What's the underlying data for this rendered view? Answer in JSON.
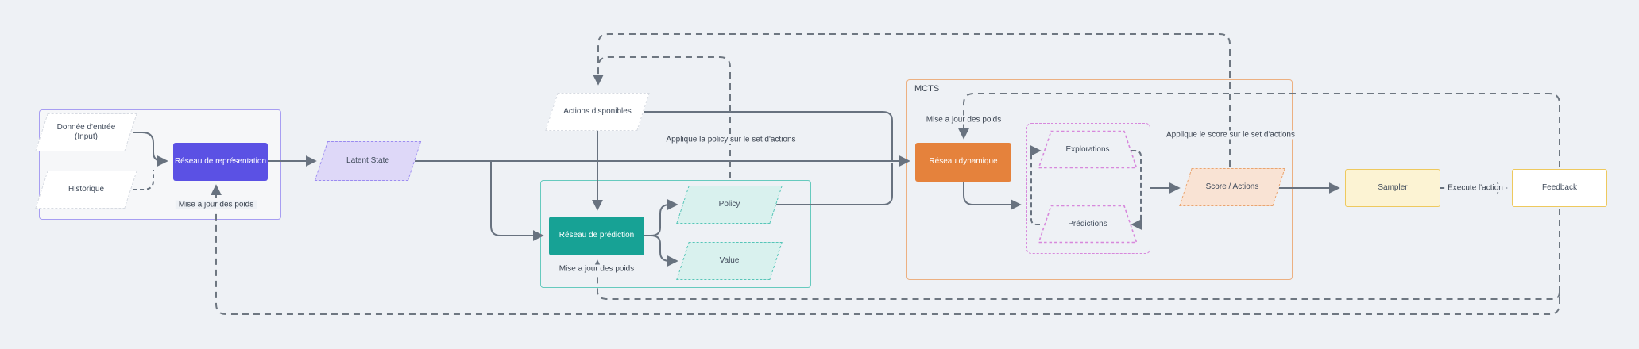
{
  "diagram": {
    "background": "#eef1f5",
    "palette": {
      "representation_fill": "#5b51e4",
      "latent_fill": "#ded8f8",
      "prediction_fill": "#17a295",
      "policy_value_fill": "#d9f1ee",
      "dynamics_fill": "#e5823c",
      "mcts_border": "#ecb081",
      "explorations_border": "#d788dc",
      "score_fill": "#f9e3d4",
      "sampler_fill": "#fcf3d3",
      "feedback_border": "#eec95e",
      "connector": "#68727f"
    },
    "nodes": {
      "input": {
        "label_line1": "Donnée d'entrée",
        "label_line2": "(Input)"
      },
      "history": {
        "label": "Historique"
      },
      "representation": {
        "label": "Réseau de représentation"
      },
      "latent": {
        "label": "Latent State"
      },
      "actions": {
        "label": "Actions disponibles"
      },
      "prediction": {
        "label": "Réseau de prédiction"
      },
      "policy": {
        "label": "Policy"
      },
      "value": {
        "label": "Value"
      },
      "mcts": {
        "label": "MCTS"
      },
      "dynamics": {
        "label": "Réseau dynamique"
      },
      "explorations": {
        "label": "Explorations"
      },
      "predictions": {
        "label": "Prédictions"
      },
      "score": {
        "label": "Score / Actions"
      },
      "sampler": {
        "label": "Sampler"
      },
      "feedback": {
        "label": "Feedback"
      }
    },
    "edge_labels": {
      "update_weights": "Mise a jour des poids",
      "apply_policy": "Applique la policy sur le set d'actions",
      "apply_score": "Applique le score sur le set d'actions",
      "execute_action": "Execute l'action"
    }
  }
}
